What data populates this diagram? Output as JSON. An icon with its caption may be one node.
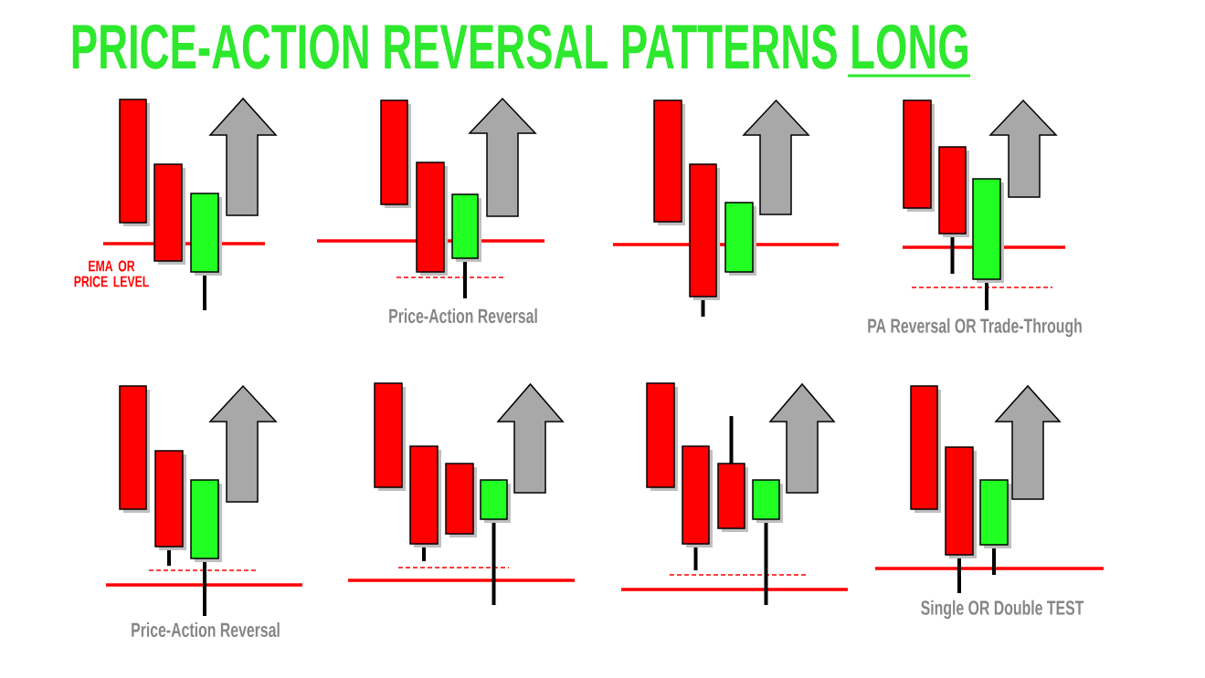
{
  "diagram": {
    "title": "PRICE-ACTION REVERSAL PATTERNS LONG",
    "labels": [
      "EMA OR PRICE LEVEL",
      "Price-Action Reversal",
      "PA Reversal OR Trade-Through",
      "Price-Action Reversal",
      "Single OR Double TEST"
    ]
  }
}
